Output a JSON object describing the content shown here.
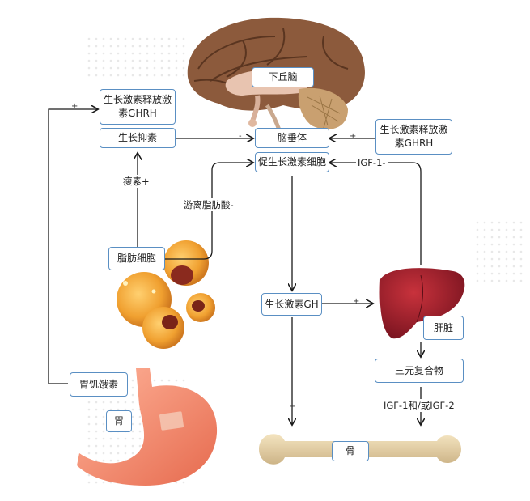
{
  "nodes": {
    "hypothalamus": "下丘脑",
    "ghrh_left": "生长激素释放激\n素GHRH",
    "somatostatin": "生长抑素",
    "pituitary": "脑垂体",
    "ghrh_right": "生长激素释放激\n素GHRH",
    "somatotroph": "促生长激素细胞",
    "adipocyte": "脂肪细胞",
    "gh": "生长激素GH",
    "liver": "肝脏",
    "ternary": "三元复合物",
    "ghrelin": "胃饥饿素",
    "stomach": "胃",
    "bone": "骨"
  },
  "edge_labels": {
    "leptin": "瘦素+",
    "ffa": "游离脂肪酸-",
    "igf1_feedback": "IGF-1-",
    "igf": "IGF-1和/或IGF-2"
  },
  "signs": {
    "ghrelin_plus": "+",
    "somatostatin_minus": "-",
    "ghrh_plus": "+",
    "gh_liver_plus": "+",
    "gh_bone_plus": "+"
  },
  "colors": {
    "box_border": "#5a8fc3",
    "arrow": "#1a1a1a",
    "brain": "#8c5a3c",
    "liver": "#a3202c",
    "fat": "#f0a030",
    "stomach": "#f08a6a",
    "bone": "#e6d2a8"
  }
}
